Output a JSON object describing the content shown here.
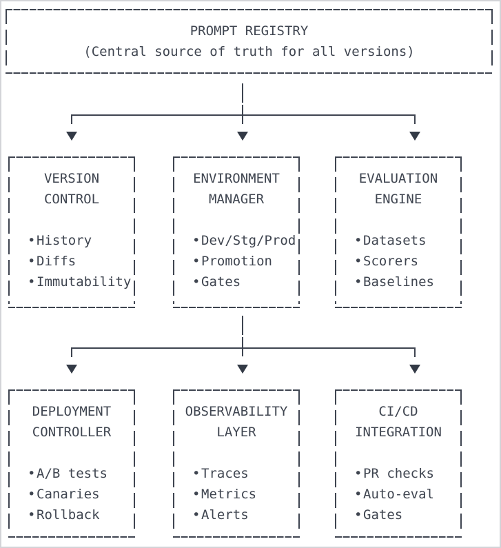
{
  "colors": {
    "stroke": "#3e4450",
    "text": "#3f4550",
    "arrow": "#333a46",
    "frame": "#d3d4d8",
    "background": "#ffffff"
  },
  "bullet_char": "•",
  "root": {
    "title": "PROMPT REGISTRY",
    "subtitle": "(Central source of truth for all versions)"
  },
  "rows": [
    {
      "boxes": [
        {
          "id": "version-control",
          "title_lines": [
            "VERSION",
            "CONTROL"
          ],
          "items": [
            "History",
            "Diffs",
            "Immutability"
          ]
        },
        {
          "id": "environment-manager",
          "title_lines": [
            "ENVIRONMENT",
            "MANAGER"
          ],
          "items": [
            "Dev/Stg/Prod",
            "Promotion",
            "Gates"
          ]
        },
        {
          "id": "evaluation-engine",
          "title_lines": [
            "EVALUATION",
            "ENGINE"
          ],
          "items": [
            "Datasets",
            "Scorers",
            "Baselines"
          ]
        }
      ]
    },
    {
      "boxes": [
        {
          "id": "deployment-controller",
          "title_lines": [
            "DEPLOYMENT",
            "CONTROLLER"
          ],
          "items": [
            "A/B tests",
            "Canaries",
            "Rollback"
          ]
        },
        {
          "id": "observability-layer",
          "title_lines": [
            "OBSERVABILITY",
            "LAYER"
          ],
          "items": [
            "Traces",
            "Metrics",
            "Alerts"
          ]
        },
        {
          "id": "cicd-integration",
          "title_lines": [
            "CI/CD",
            "INTEGRATION"
          ],
          "items": [
            "PR checks",
            "Auto-eval",
            "Gates"
          ]
        }
      ]
    }
  ]
}
